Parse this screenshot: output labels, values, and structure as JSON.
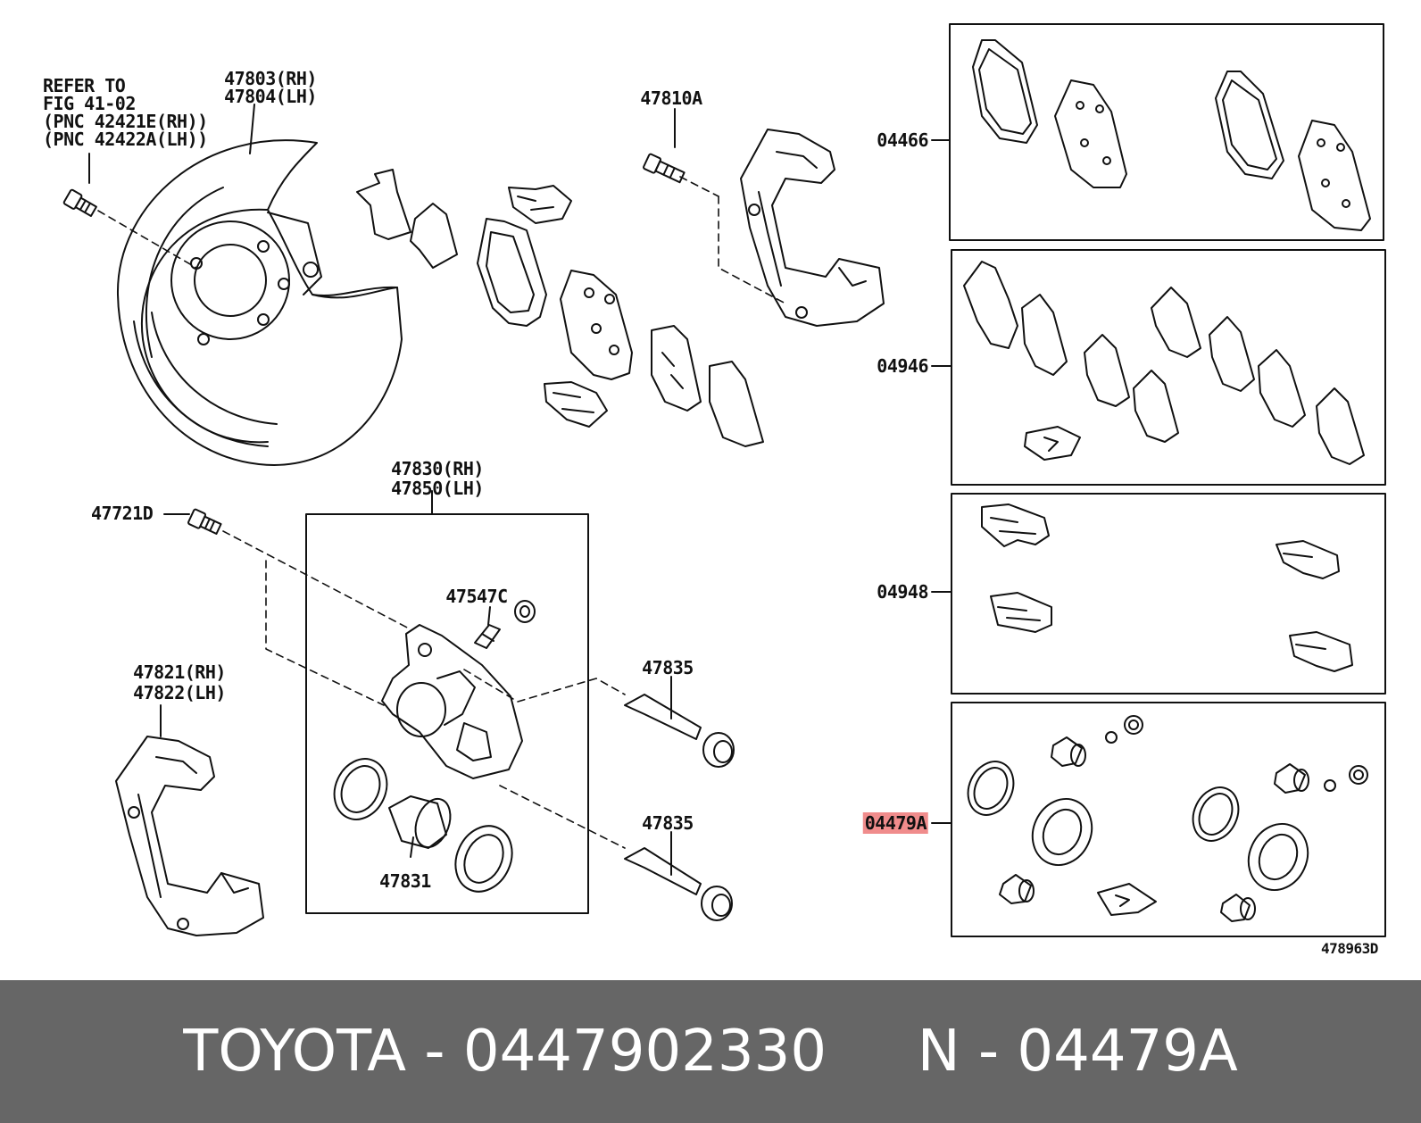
{
  "labels": {
    "refer_to": "REFER TO",
    "fig": "FIG 41-02",
    "pnc_rh": "(PNC 42421E(RH))",
    "pnc_lh": "(PNC 42422A(LH))",
    "p47803": "47803(RH)",
    "p47804": "47804(LH)",
    "p47810a": "47810A",
    "p04466": "04466",
    "p04946": "04946",
    "p04948": "04948",
    "p04479a": "04479A",
    "p47830": "47830(RH)",
    "p47850": "47850(LH)",
    "p47721d": "47721D",
    "p47547c": "47547C",
    "p47835a": "47835",
    "p47835b": "47835",
    "p47831": "47831",
    "p47821": "47821(RH)",
    "p47822": "47822(LH)",
    "fig_code": "478963D"
  },
  "highlight_color": "#f08c8c",
  "caption": {
    "brand": "TOYOTA",
    "part_number": "0447902330",
    "ref": "N - 04479A",
    "full": "TOYOTA - 0447902330     N - 04479A"
  }
}
